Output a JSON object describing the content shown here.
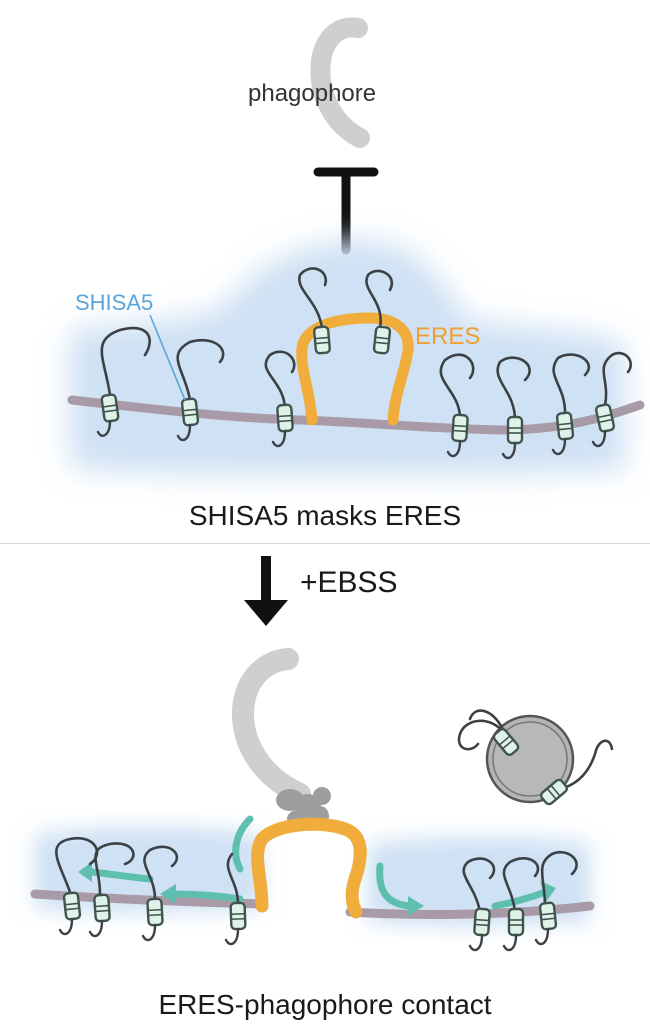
{
  "top": {
    "phagophore_label": "phagophore",
    "shisa5_label": "SHISA5",
    "eres_label": "ERES",
    "caption": "SHISA5 masks ERES"
  },
  "transition": {
    "label": "+EBSS"
  },
  "bottom": {
    "caption": "ERES-phagophore contact"
  },
  "colors": {
    "membrane": "#a99aa7",
    "cloud": "#cfe1f4",
    "eres": "#f0ad3c",
    "shisa5_label": "#5aa5d8",
    "eres_label": "#f0a030",
    "protein_fill": "#dff2ea",
    "protein_stroke": "#41534d",
    "tail": "#3c4146",
    "phagophore": "#d0d0d0",
    "arrow_teal": "#5fbfae",
    "arrow_black": "#111111"
  }
}
